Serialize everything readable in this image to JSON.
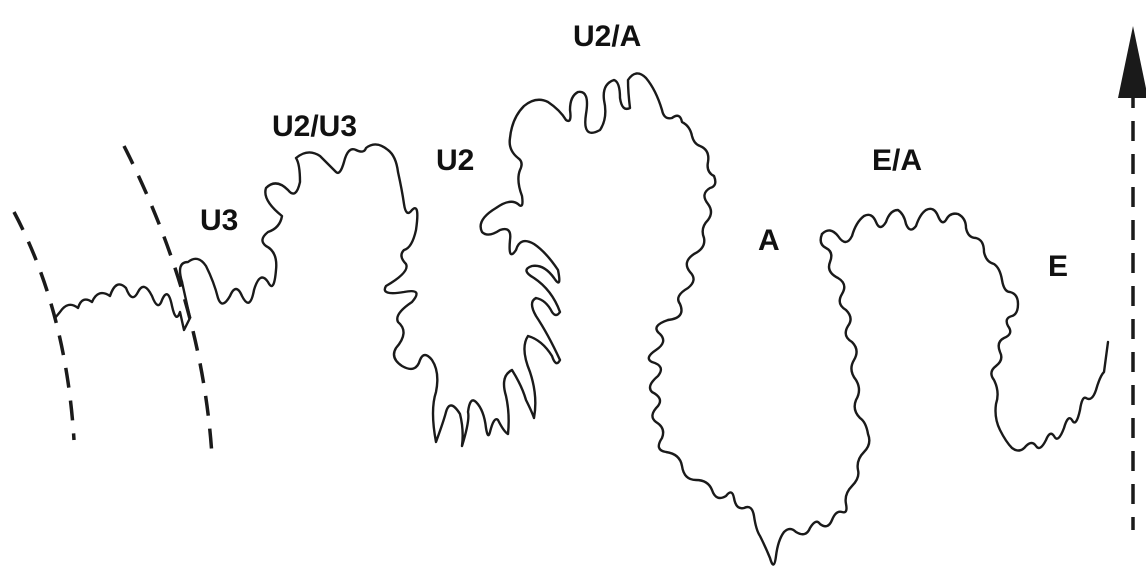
{
  "labels": {
    "u2a": "U2/A",
    "u2u3": "U2/U3",
    "u2": "U2",
    "u3": "U3",
    "ea": "E/A",
    "a": "A",
    "e": "E"
  },
  "colors": {
    "line": "#1a1a1a",
    "background": "#ffffff"
  }
}
